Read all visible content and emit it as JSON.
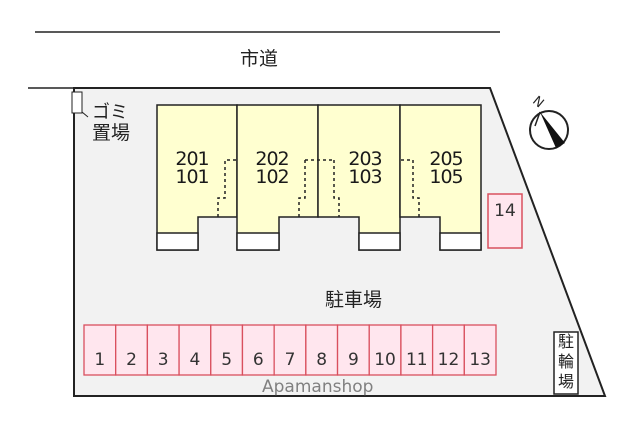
{
  "road_label": "市道",
  "garbage_label": [
    "ゴミ",
    "置場"
  ],
  "parking_label": "駐車場",
  "bicycle_label": [
    "駐",
    "輪",
    "場"
  ],
  "compass_label": "N",
  "units": [
    {
      "upper": "201",
      "lower": "101"
    },
    {
      "upper": "202",
      "lower": "102"
    },
    {
      "upper": "203",
      "lower": "103"
    },
    {
      "upper": "205",
      "lower": "105"
    }
  ],
  "parking_spaces": [
    "1",
    "2",
    "3",
    "4",
    "5",
    "6",
    "7",
    "8",
    "9",
    "10",
    "11",
    "12",
    "13"
  ],
  "extra_space": "14",
  "watermark": "Apamanshop",
  "colors": {
    "building": "#ffffd0",
    "parking_fill": "#ffe6ee",
    "parking_border": "#d9505e",
    "ground": "#f2f2f2"
  }
}
